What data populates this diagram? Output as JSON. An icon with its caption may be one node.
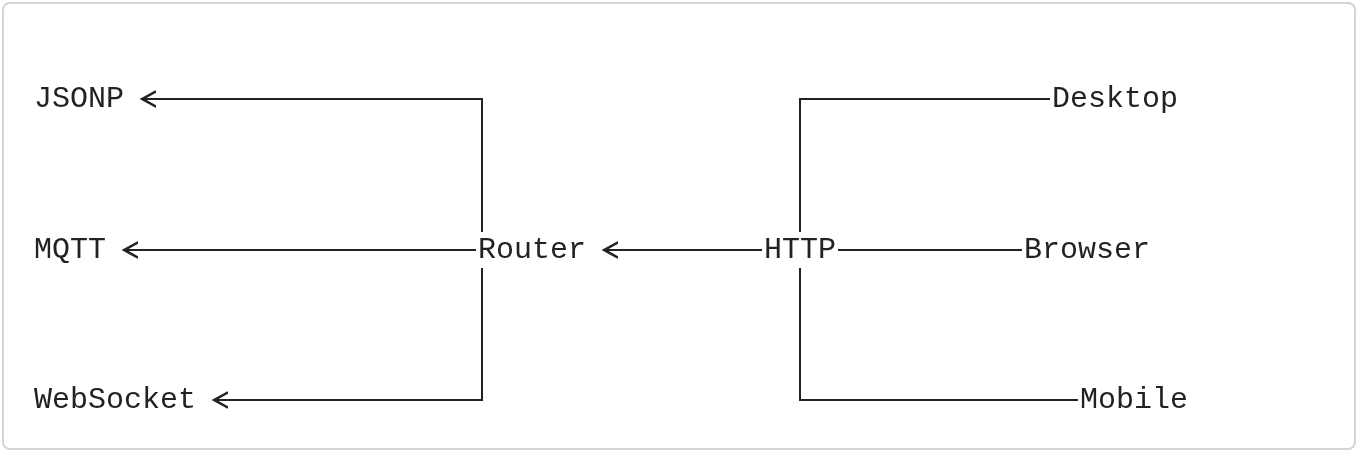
{
  "diagram": {
    "nodes": [
      {
        "text": [
          "JSONP"
        ]
      },
      {
        "text": [
          "MQTT"
        ]
      },
      {
        "text": [
          "WebSocket"
        ]
      },
      {
        "text": [
          "Router"
        ]
      },
      {
        "text": [
          "HTTP"
        ]
      },
      {
        "text": [
          "Desktop"
        ]
      },
      {
        "text": [
          "Browser"
        ]
      },
      {
        "text": [
          "Mobile"
        ]
      }
    ],
    "edges": [
      {
        "from": 3,
        "to": 0,
        "arrow": "to"
      },
      {
        "from": 3,
        "to": 1,
        "arrow": "to"
      },
      {
        "from": 3,
        "to": 2,
        "arrow": "to"
      },
      {
        "from": 4,
        "to": 3,
        "arrow": "to"
      },
      {
        "from": 5,
        "to": 4,
        "arrow": "none"
      },
      {
        "from": 6,
        "to": 4,
        "arrow": "none"
      },
      {
        "from": 7,
        "to": 4,
        "arrow": "none"
      }
    ]
  }
}
